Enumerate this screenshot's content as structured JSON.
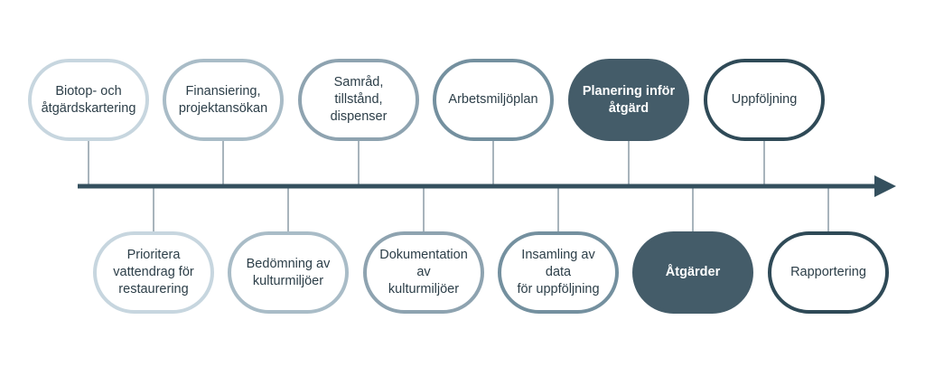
{
  "colors": {
    "axis": "#34505e",
    "stroke_shades": [
      "#c7d6df",
      "#a9bcc7",
      "#8ea3b0",
      "#74909f",
      "#466170",
      "#2f4a57"
    ],
    "filled_background": "#445c69",
    "text_dark": "#2c3e48",
    "text_light": "#ffffff"
  },
  "steps_top": [
    {
      "label": "Biotop- och\nåtgärdskartering",
      "shade": 0,
      "filled": false
    },
    {
      "label": "Finansiering,\nprojektansökan",
      "shade": 1,
      "filled": false
    },
    {
      "label": "Samråd, tillstånd,\ndispenser",
      "shade": 2,
      "filled": false
    },
    {
      "label": "Arbetsmiljöplan",
      "shade": 3,
      "filled": false
    },
    {
      "label": "Planering inför\nåtgärd",
      "shade": 4,
      "filled": true
    },
    {
      "label": "Uppföljning",
      "shade": 5,
      "filled": false
    }
  ],
  "steps_bottom": [
    {
      "label": "Prioritera\nvattendrag för\nrestaurering",
      "shade": 0,
      "filled": false
    },
    {
      "label": "Bedömning av\nkulturmiljöer",
      "shade": 1,
      "filled": false
    },
    {
      "label": "Dokumentation av\nkulturmiljöer",
      "shade": 2,
      "filled": false
    },
    {
      "label": "Insamling av data\nför uppföljning",
      "shade": 3,
      "filled": false
    },
    {
      "label": "Åtgärder",
      "shade": 4,
      "filled": true
    },
    {
      "label": "Rapportering",
      "shade": 5,
      "filled": false
    }
  ]
}
